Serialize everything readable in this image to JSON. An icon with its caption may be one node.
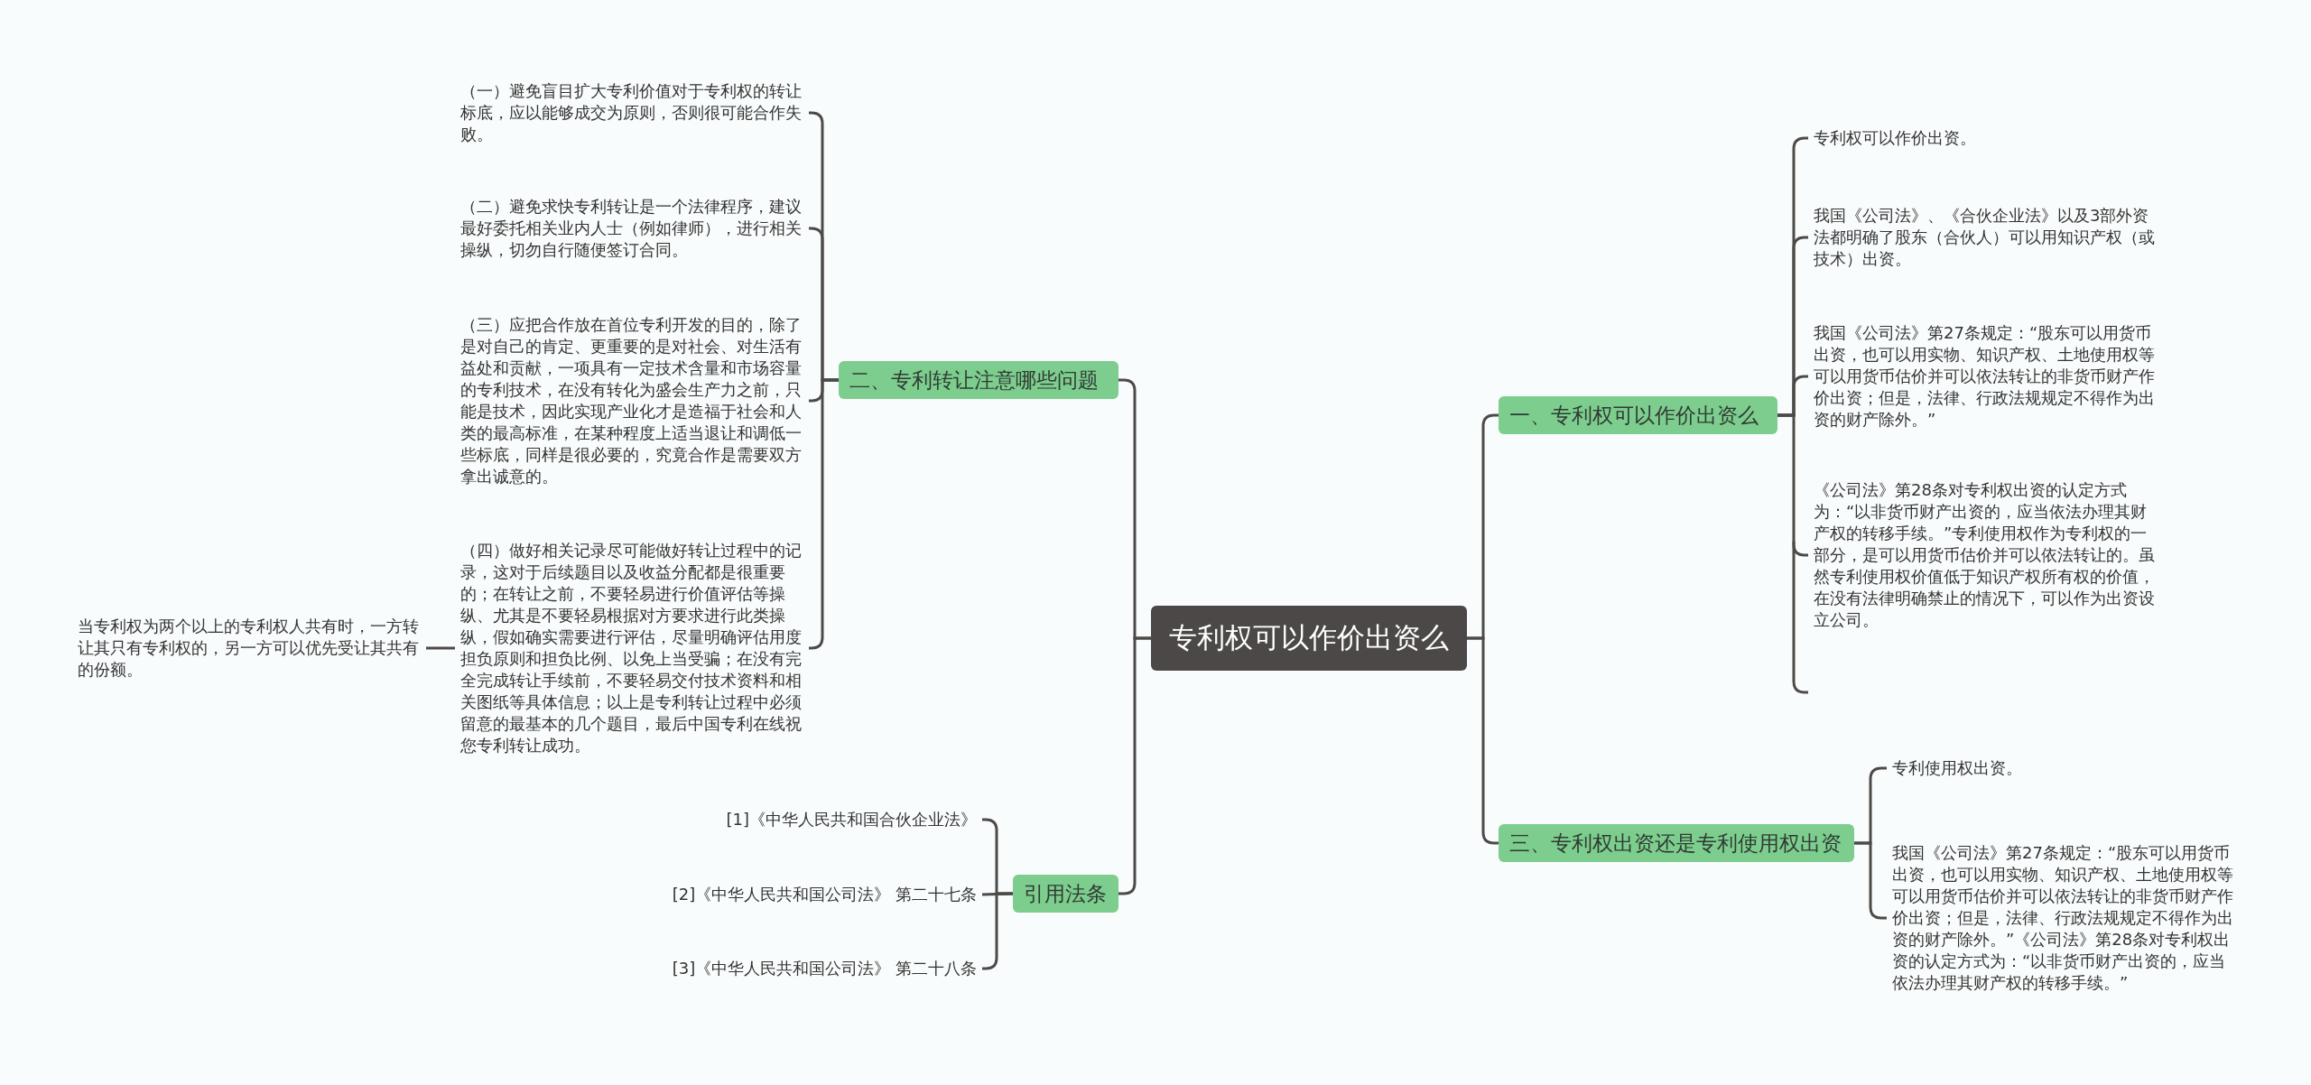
{
  "diagram": {
    "nodes": [
      {
        "text": [
          "专利权可以作价出资么"
        ]
      },
      {
        "text": [
          "一、专利权可以作价出资么"
        ]
      },
      {
        "text": [
          "专利权可以作价出资。"
        ]
      },
      {
        "text": [
          "我国《公司法》、《合伙企业法》以及3部外资法都明确了股东（合伙人）可以用知识产权（或技术）出资。"
        ]
      },
      {
        "text": [
          "我国《公司法》第27条规定：“股东可以用货币出资，也可以用实物、知识产权、土地使用权等可以用货币估价并可以依法转让的非货币财产作价出资；但是，法律、行政法规规定不得作为出资的财产除外。”"
        ]
      },
      {
        "text": [
          "《公司法》第28条对专利权出资的认定方式为：“以非货币财产出资的，应当依法办理其财产权的转移手续。”专利使用权作为专利权的一部分，是可以用货币估价并可以依法转让的。虽然专利使用权价值低于知识产权所有权的价值，在没有法律明确禁止的情况下，可以作为出资设立公司。"
        ]
      },
      {
        "text": [
          "三、专利权出资还是专利使用权出资"
        ]
      },
      {
        "text": [
          "专利使用权出资。"
        ]
      },
      {
        "text": [
          "我国《公司法》第27条规定：“股东可以用货币出资，也可以用实物、知识产权、土地使用权等可以用货币估价并可以依法转让的非货币财产作价出资；但是，法律、行政法规规定不得作为出资的财产除外。”《公司法》第28条对专利权出资的认定方式为：“以非货币财产出资的，应当依法办理其财产权的转移手续。”"
        ]
      },
      {
        "text": [
          "二、专利转让注意哪些问题"
        ]
      },
      {
        "text": [
          "（一）避免盲目扩大专利价值对于专利权的转让标底，应以能够成交为原则，否则很可能合作失败。"
        ]
      },
      {
        "text": [
          "（二）避免求快专利转让是一个法律程序，建议最好委托相关业内人士（例如律师），进行相关操纵，切勿自行随便签订合同。"
        ]
      },
      {
        "text": [
          "（三）应把合作放在首位专利开发的目的，除了是对自己的肯定、更重要的是对社会、对生活有益处和贡献，一项具有一定技术含量和市场容量的专利技术，在没有转化为盛会生产力之前，只能是技术，因此实现产业化才是造福于社会和人类的最高标准，在某种程度上适当退让和调低一些标底，同样是很必要的，究竟合作是需要双方拿出诚意的。"
        ]
      },
      {
        "text": [
          "（四）做好相关记录尽可能做好转让过程中的记录，这对于后续题目以及收益分配都是很重要的；在转让之前，不要轻易进行价值评估等操纵、尤其是不要轻易根据对方要求进行此类操纵，假如确实需要进行评估，尽量明确评估用度担负原则和担负比例、以免上当受骗；在没有完全完成转让手续前，不要轻易交付技术资料和相关图纸等具体信息；以上是专利转让过程中必须留意的最基本的几个题目，最后中国专利在线祝您专利转让成功。"
        ]
      },
      {
        "text": [
          "当专利权为两个以上的专利权人共有时，一方转让其只有专利权的，另一方可以优先受让其共有的份额。"
        ]
      },
      {
        "text": [
          "引用法条"
        ]
      },
      {
        "text": [
          "[1]《中华人民共和国合伙企业法》"
        ]
      },
      {
        "text": [
          "[2]《中华人民共和国公司法》 第二十七条"
        ]
      },
      {
        "text": [
          "[3]《中华人民共和国公司法》 第二十八条"
        ]
      }
    ],
    "edges": [
      {
        "from": 0,
        "to": 1,
        "arrow": "none"
      },
      {
        "from": 1,
        "to": 2,
        "arrow": "none"
      },
      {
        "from": 1,
        "to": 3,
        "arrow": "none"
      },
      {
        "from": 1,
        "to": 4,
        "arrow": "none"
      },
      {
        "from": 1,
        "to": 5,
        "arrow": "none"
      },
      {
        "from": 0,
        "to": 6,
        "arrow": "none"
      },
      {
        "from": 6,
        "to": 7,
        "arrow": "none"
      },
      {
        "from": 6,
        "to": 8,
        "arrow": "none"
      },
      {
        "from": 0,
        "to": 9,
        "arrow": "none"
      },
      {
        "from": 9,
        "to": 10,
        "arrow": "none"
      },
      {
        "from": 9,
        "to": 11,
        "arrow": "none"
      },
      {
        "from": 9,
        "to": 12,
        "arrow": "none"
      },
      {
        "from": 9,
        "to": 13,
        "arrow": "none"
      },
      {
        "from": 13,
        "to": 14,
        "arrow": "none"
      },
      {
        "from": 0,
        "to": 15,
        "arrow": "none"
      },
      {
        "from": 15,
        "to": 16,
        "arrow": "none"
      },
      {
        "from": 15,
        "to": 17,
        "arrow": "none"
      },
      {
        "from": 15,
        "to": 18,
        "arrow": "none"
      }
    ]
  }
}
